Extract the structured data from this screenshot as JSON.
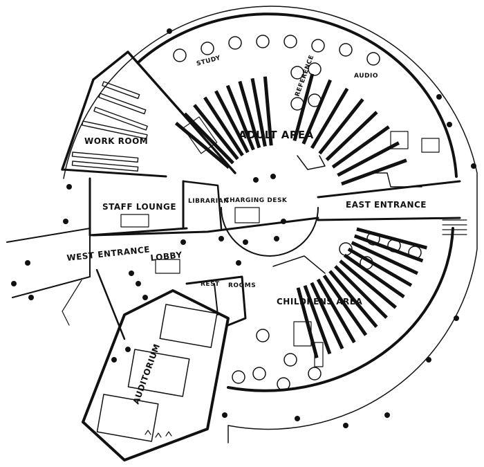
{
  "labels": {
    "study": "STUDY",
    "reference": "REFERENCE",
    "audio": "AUDIO",
    "adult_area": "ADULT AREA",
    "work_room": "WORK ROOM",
    "librarian": "LIBRARIAN",
    "charging_desk": "CHARGING DESK",
    "staff_lounge": "STAFF LOUNGE",
    "east_entrance": "EAST ENTRANCE",
    "west_entrance": "WEST ENTRANCE",
    "lobby": "LOBBY",
    "rest": "REST",
    "rooms": "ROOMS",
    "childrens_area": "CHILDRENS AREA",
    "auditorium": "AUDITORIUM"
  },
  "colors": {
    "ink": "#111111",
    "paper": "#ffffff"
  }
}
